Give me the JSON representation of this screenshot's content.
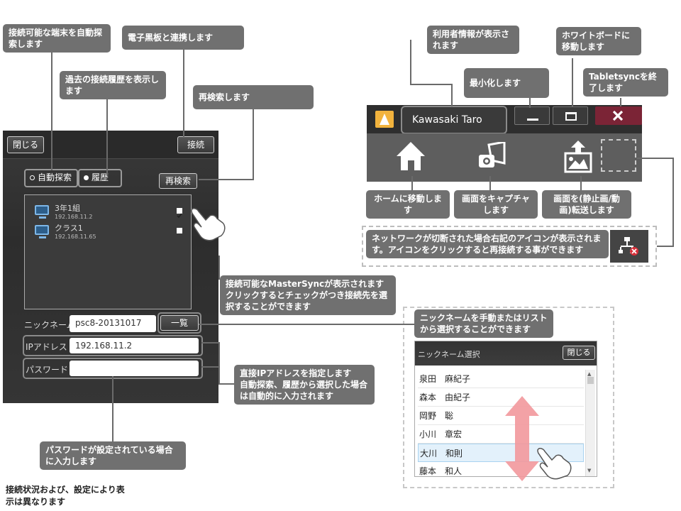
{
  "left_panel": {
    "close_button": "閉じる",
    "connect_button": "接続",
    "search_auto": "自動探索",
    "search_history": "履歴",
    "rescan_button": "再検索",
    "devices": [
      {
        "name": "3年1組",
        "ip": "192.168.11.2",
        "checked": true
      },
      {
        "name": "クラス1",
        "ip": "192.168.11.65",
        "checked": false
      }
    ],
    "nickname_label": "ニックネーム",
    "nickname_value": "psc8-20131017",
    "list_button": "一覧",
    "ip_label": "IPアドレス",
    "ip_value": "192.168.11.2",
    "password_label": "パスワード",
    "password_value": ""
  },
  "window": {
    "user_name": "Kawasaki Taro",
    "minimize_symbol": "—",
    "maximize_symbol": "□",
    "close_symbol": "✕"
  },
  "dialog": {
    "title": "ニックネーム選択",
    "close_button": "閉じる",
    "names": [
      "泉田　麻紀子",
      "森本　由紀子",
      "岡野　聡",
      "小川　章宏",
      "大川　和則",
      "藤本　和人"
    ],
    "selected_index": 4
  },
  "callouts": {
    "auto_search": "接続可能な端末を自動探索します",
    "whiteboard_link": "電子黒板と連携します",
    "history": "過去の接続履歴を表示します",
    "rescan": "再検索します",
    "available": "接続可能なMasterSyncが表示されます\nクリックするとチェックがつき接続先を選択することができます",
    "direct_ip": "直接IPアドレスを指定します\n自動探索、履歴から選択した場合は自動的に入力されます",
    "password": "パスワードが設定されている場合に入力します",
    "user_info": "利用者情報が表示されます",
    "minimize": "最小化します",
    "whiteboard": "ホワイトボードに移動します",
    "exit": "Tabletsyncを終了します",
    "home": "ホームに移動します",
    "capture": "画面をキャプチャします",
    "transfer": "画面を(静止画/動画)転送します",
    "network": "ネットワークが切断された場合右記のアイコンが表示されます。アイコンをクリックすると再接続する事ができます",
    "nickname": "ニックネームを手動またはリストから選択することができます"
  },
  "footnote": "接続状況および、設定により表示は異なります"
}
